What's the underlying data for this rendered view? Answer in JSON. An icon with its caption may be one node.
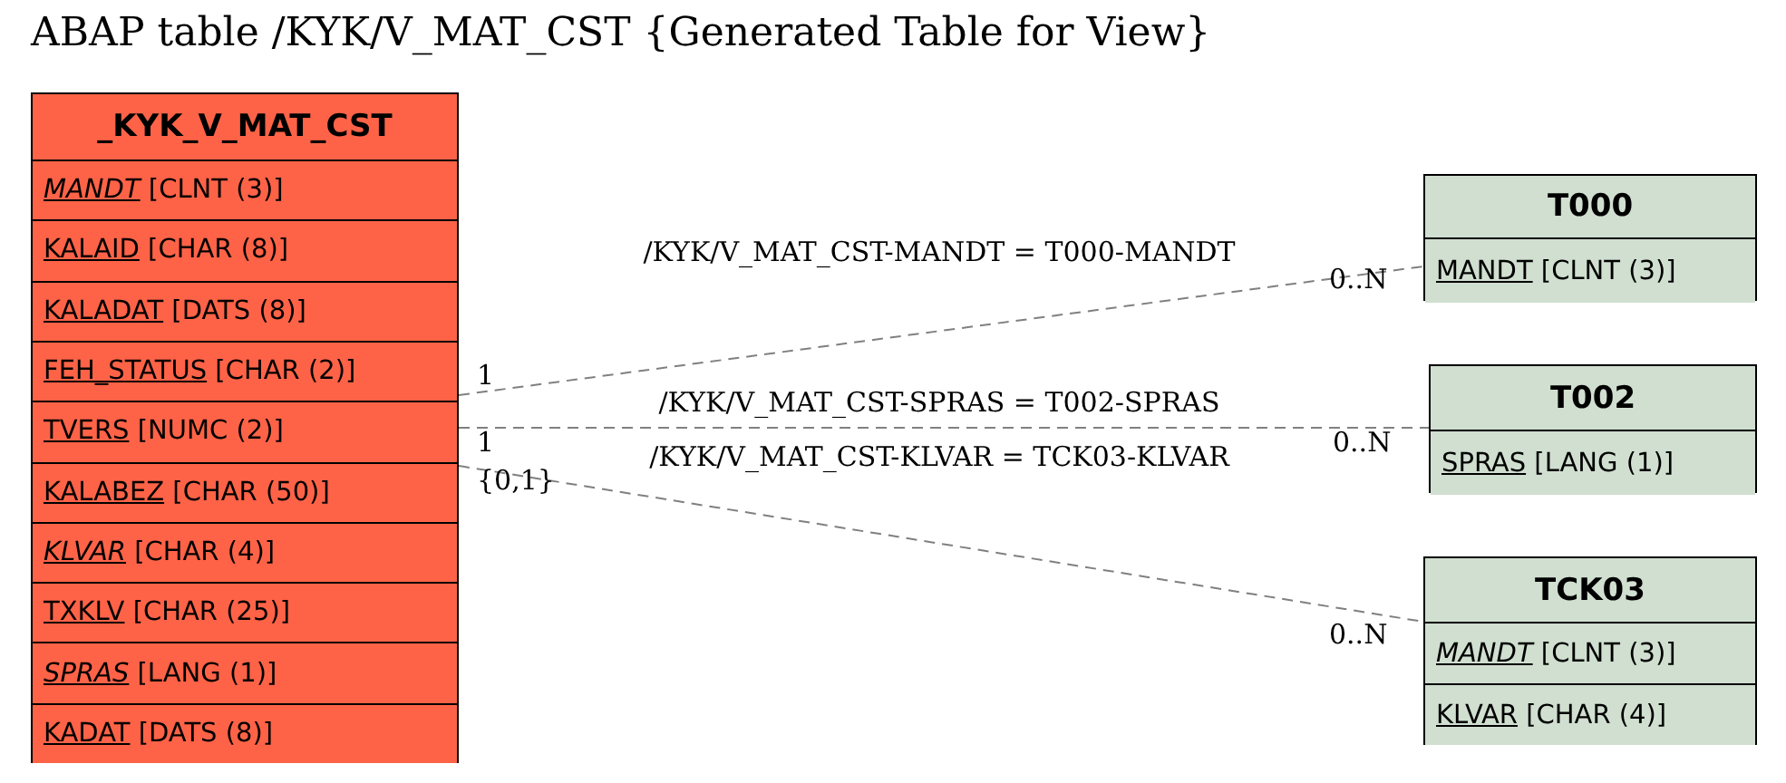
{
  "diagram": {
    "title": "ABAP table /KYK/V_MAT_CST {Generated Table for View}",
    "nodes": [
      {
        "text": [
          "_KYK_V_MAT_CST"
        ]
      },
      {
        "text": [
          "*MANDT* [CLNT (3)]"
        ],
        "in": 0
      },
      {
        "text": [
          "KALAID [CHAR (8)]"
        ],
        "in": 0
      },
      {
        "text": [
          "KALADAT [DATS (8)]"
        ],
        "in": 0
      },
      {
        "text": [
          "FEH_STATUS [CHAR (2)]"
        ],
        "in": 0
      },
      {
        "text": [
          "TVERS [NUMC (2)]"
        ],
        "in": 0
      },
      {
        "text": [
          "KALABEZ [CHAR (50)]"
        ],
        "in": 0
      },
      {
        "text": [
          "*KLVAR* [CHAR (4)]"
        ],
        "in": 0
      },
      {
        "text": [
          "TXKLV [CHAR (25)]"
        ],
        "in": 0
      },
      {
        "text": [
          "*SPRAS* [LANG (1)]"
        ],
        "in": 0
      },
      {
        "text": [
          "KADAT [DATS (8)]"
        ],
        "in": 0
      },
      {
        "text": [
          "T000"
        ]
      },
      {
        "text": [
          "MANDT [CLNT (3)]"
        ],
        "in": 11
      },
      {
        "text": [
          "T002"
        ]
      },
      {
        "text": [
          "SPRAS [LANG (1)]"
        ],
        "in": 13
      },
      {
        "text": [
          "TCK03"
        ]
      },
      {
        "text": [
          "*MANDT* [CLNT (3)]"
        ],
        "in": 15
      },
      {
        "text": [
          "KLVAR [CHAR (4)]"
        ],
        "in": 15
      }
    ],
    "edges": [
      {
        "from": 0,
        "to": 11,
        "arrow": "none",
        "label": "/KYK/V_MAT_CST-MANDT = T000-MANDT",
        "style": "dashed"
      },
      {
        "from": 0,
        "to": 13,
        "arrow": "none",
        "label": "/KYK/V_MAT_CST-SPRAS = T002-SPRAS",
        "style": "dashed"
      },
      {
        "from": 0,
        "to": 15,
        "arrow": "none",
        "label": "/KYK/V_MAT_CST-KLVAR = TCK03-KLVAR",
        "style": "dashed"
      }
    ],
    "labels": [
      "1",
      "0..N",
      "1",
      "0..N",
      "{0,1}",
      "0..N"
    ]
  }
}
